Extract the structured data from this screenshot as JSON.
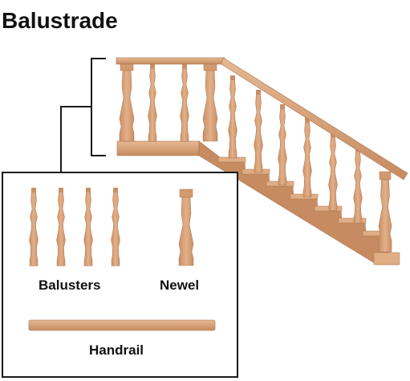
{
  "title": "Balustrade",
  "legend": {
    "balusters_label": "Balusters",
    "newel_label": "Newel",
    "handrail_label": "Handrail"
  },
  "colors": {
    "wood": "#d9a47a",
    "wood_dark": "#b77f57",
    "wood_light": "#e8bd97",
    "line": "#1a1a1a"
  }
}
